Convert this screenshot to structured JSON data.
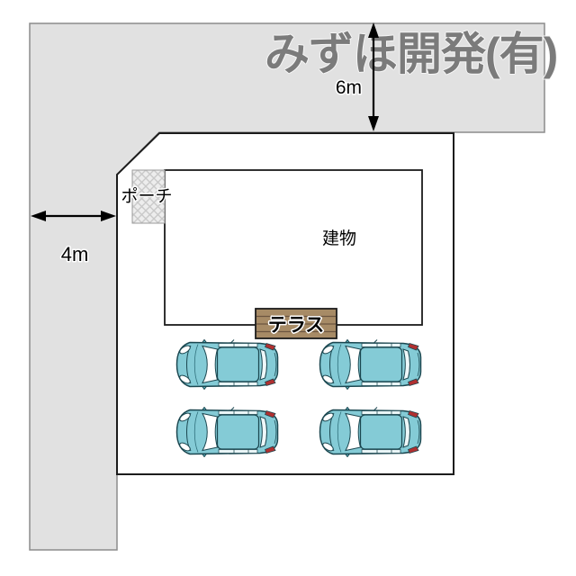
{
  "title": {
    "text": "みずほ開発(有)"
  },
  "site_plan": {
    "road": {
      "top_depth_label": "6m",
      "left_width_label": "4m"
    },
    "building": {
      "label": "建物"
    },
    "porch": {
      "label": "ポーチ"
    },
    "terrace": {
      "label": "テラス"
    },
    "parking": {
      "car_count": 4
    }
  },
  "colors": {
    "road_fill": "#e1e1e1",
    "road_border": "#8c8c8c",
    "plot_fill": "#ffffff",
    "plot_border": "#1c1c1c",
    "title_text": "#7b7b7b",
    "dimension_text": "#000000",
    "terrace_fill": "#a78b66",
    "terrace_slat": "#6b5640",
    "porch_hatch": "#c9c9c9",
    "car_body": "#84cbd6",
    "car_outline": "#1b4750",
    "car_glass": "#ffffff",
    "car_side_glass": "#e9f5f7",
    "car_taillight": "#b03030"
  }
}
